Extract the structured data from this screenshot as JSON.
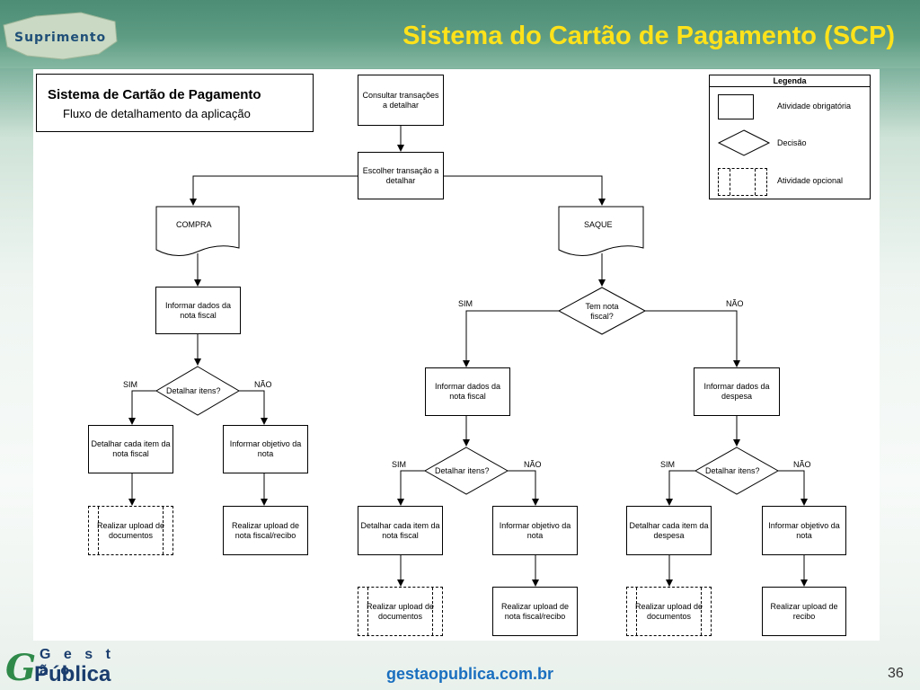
{
  "header": {
    "brand_logo_text": "Suprimento",
    "slide_title": "Sistema do Cartão de Pagamento (SCP)"
  },
  "diagram": {
    "title": "Sistema de Cartão de Pagamento",
    "subtitle": "Fluxo de detalhamento da aplicação",
    "nodes": {
      "consultar": "Consultar transações a detalhar",
      "escolher": "Escolher transação a detalhar",
      "compra": "COMPRA",
      "saque": "SAQUE",
      "compra_informar_nf": "Informar dados da nota fiscal",
      "compra_decisao": "Detalhar itens?",
      "compra_detalhar_item": "Detalhar cada item da nota fiscal",
      "compra_informar_objetivo": "Informar objetivo da nota",
      "compra_upload_docs": "Realizar upload de documentos",
      "compra_upload_nf": "Realizar upload de nota fiscal/recibo",
      "saque_decisao_nota": "Tem nota fiscal?",
      "saque_informar_nf": "Informar dados da nota fiscal",
      "saque_informar_despesa": "Informar dados da despesa",
      "saque_nf_decisao": "Detalhar itens?",
      "saque_desp_decisao": "Detalhar itens?",
      "saque_nf_detalhar_item": "Detalhar cada item da nota fiscal",
      "saque_nf_informar_objetivo": "Informar objetivo da nota",
      "saque_desp_detalhar_item": "Detalhar cada item da despesa",
      "saque_desp_informar_objetivo": "Informar objetivo da nota",
      "saque_nf_upload_docs": "Realizar upload de documentos",
      "saque_nf_upload_nf": "Realizar upload de nota fiscal/recibo",
      "saque_desp_upload_docs": "Realizar upload de documentos",
      "saque_desp_upload_recibo": "Realizar upload de recibo"
    },
    "branch_labels": {
      "sim": "SIM",
      "nao": "NÃO"
    },
    "legend": {
      "title": "Legenda",
      "mandatory": "Atividade obrigatória",
      "decision": "Decisão",
      "optional": "Atividade opcional"
    }
  },
  "footer": {
    "logo_gestao": "G e s t ã o",
    "logo_publica": "Pública",
    "url": "gestaopublica.com.br",
    "page_number": "36"
  }
}
